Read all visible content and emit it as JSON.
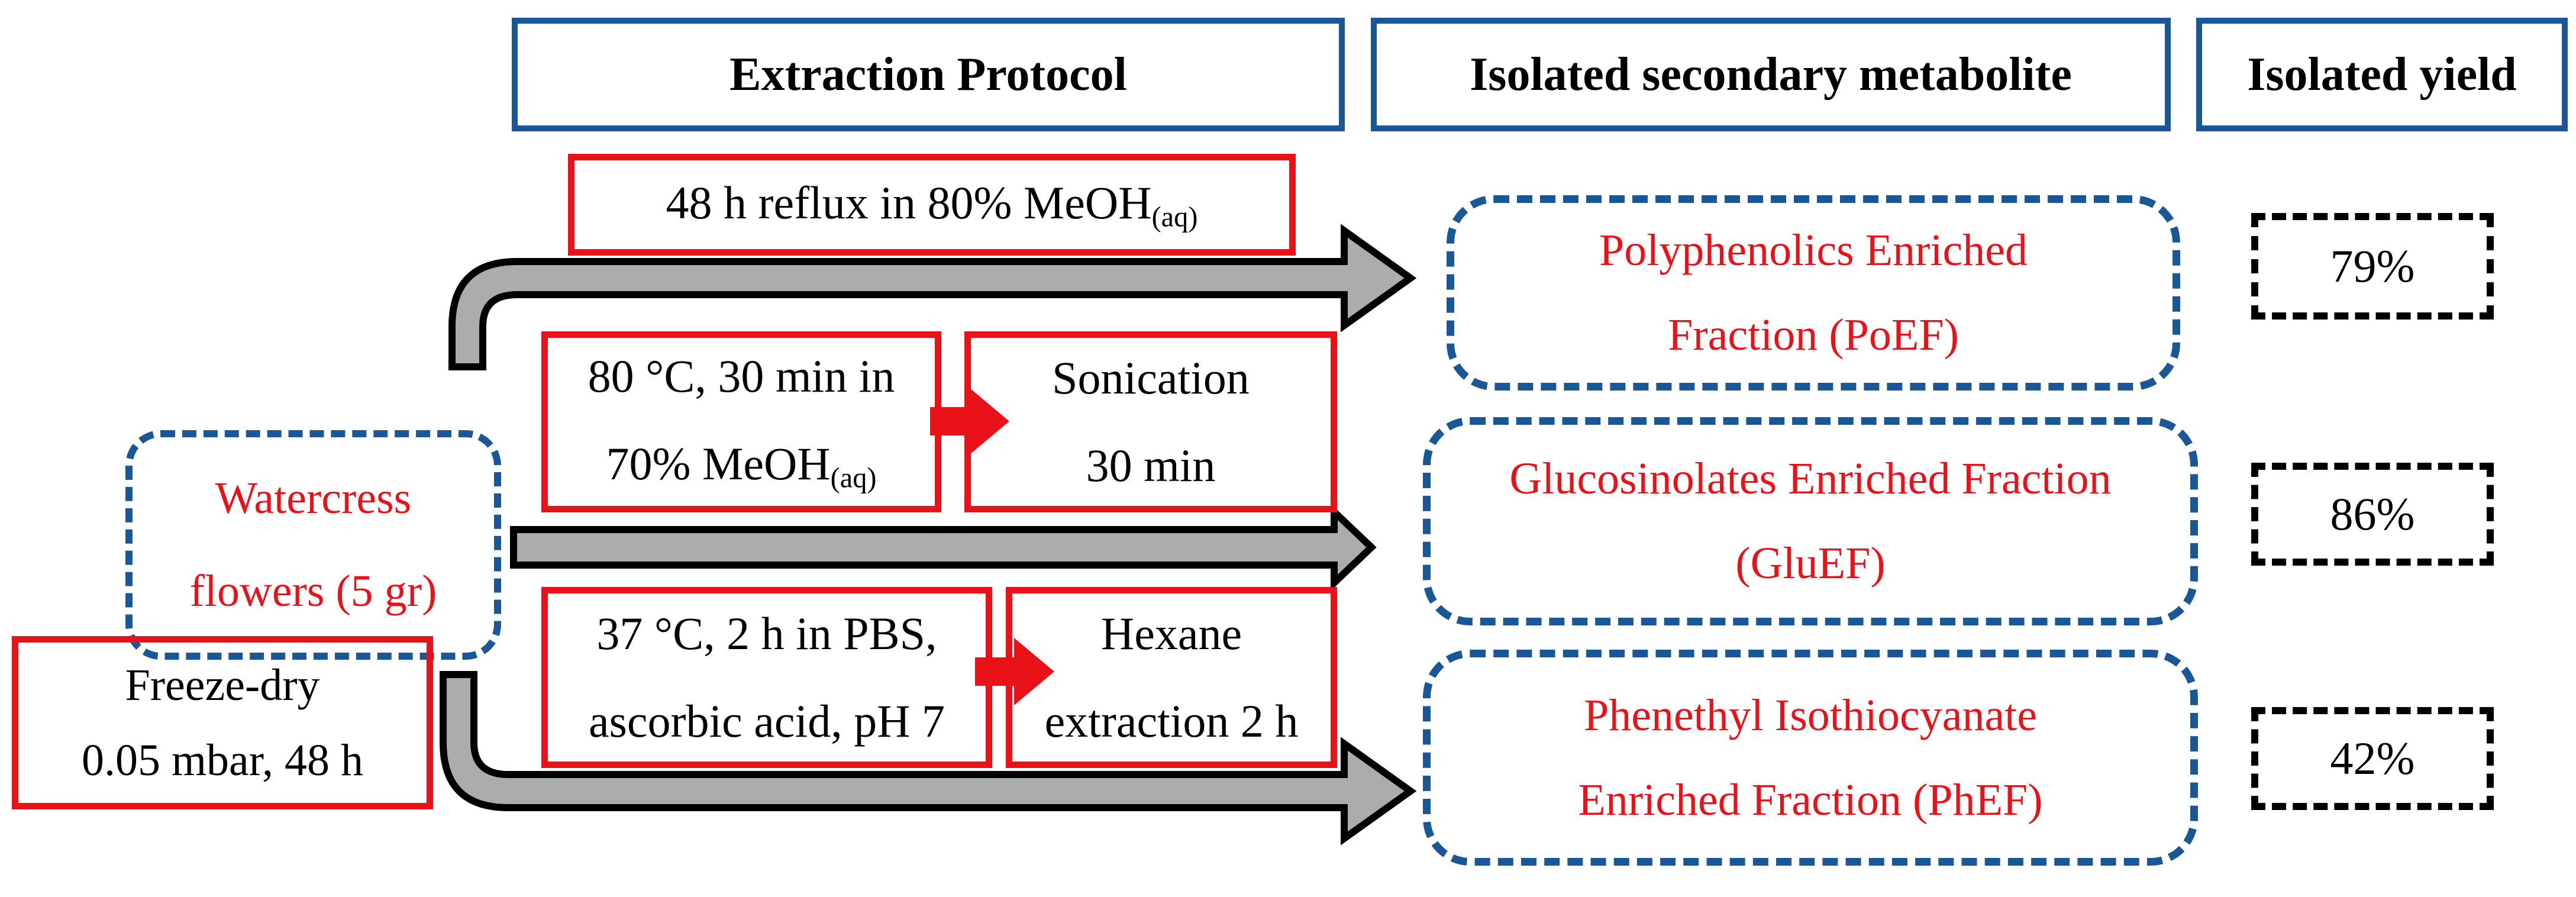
{
  "figure": {
    "headers": {
      "extraction_protocol": "Extraction Protocol",
      "isolated_metabolite": "Isolated secondary metabolite",
      "isolated_yield": "Isolated yield"
    },
    "source": {
      "watercress": {
        "line1": "Watercress",
        "line2": "flowers (5 gr)"
      },
      "freeze_dry": {
        "line1": "Freeze-dry",
        "line2": "0.05 mbar, 48 h"
      }
    },
    "protocol_steps": {
      "reflux": {
        "text": "48 h reflux in 80% MeOH",
        "subscript": "(aq)"
      },
      "meoh_heat": {
        "line1": "80 °C, 30 min in",
        "line2": "70% MeOH",
        "line2_subscript": "(aq)"
      },
      "sonication": {
        "line1": "Sonication",
        "line2": "30 min"
      },
      "pbs": {
        "line1": "37 °C, 2 h in PBS,",
        "line2": "ascorbic acid, pH 7"
      },
      "hexane": {
        "line1": "Hexane",
        "line2": "extraction 2 h"
      }
    },
    "fractions": [
      {
        "line1": "Polyphenolics Enriched",
        "line2": "Fraction (PoEF)",
        "yield": "79%"
      },
      {
        "line1": "Glucosinolates Enriched Fraction",
        "line2": "(GluEF)",
        "yield": "86%"
      },
      {
        "line1": "Phenethyl Isothiocyanate",
        "line2": "Enriched Fraction (PhEF)",
        "yield": "42%"
      }
    ],
    "colors": {
      "blue_border": "#1A5796",
      "red": "#E91219",
      "arrow_gray": "#ACACAC",
      "arrow_outline": "#000000"
    }
  }
}
